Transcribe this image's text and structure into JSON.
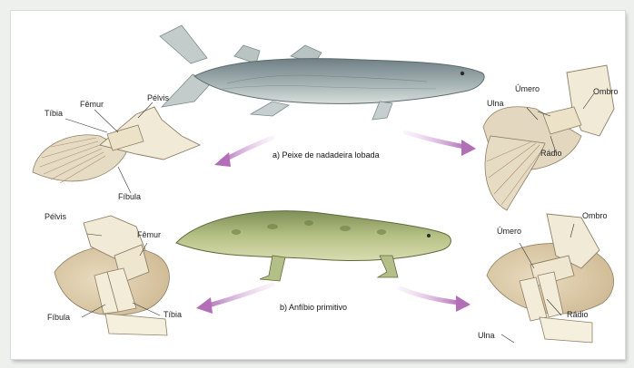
{
  "captions": {
    "a": "a) Peixe de nadadeira lobada",
    "b": "b) Anfíbio primitivo"
  },
  "labels": {
    "fish_hind": {
      "tibia": "Tíbia",
      "femur": "Fêmur",
      "pelvis": "Pélvis",
      "fibula": "Fíbula"
    },
    "fish_fore": {
      "umero": "Úmero",
      "ombro": "Ombro",
      "ulna": "Ulna",
      "radio": "Rádio"
    },
    "amph_hind": {
      "pelvis": "Pélvis",
      "femur": "Fêmur",
      "fibula": "Fíbula",
      "tibia": "Tíbia"
    },
    "amph_fore": {
      "umero": "Úmero",
      "ombro": "Ombro",
      "radio": "Rádio",
      "ulna": "Ulna"
    }
  },
  "colors": {
    "fish_body": "#8e9ea0",
    "amphibian_body": "#a9b77a",
    "arrow": "#b26fb8",
    "bone": "#f1ead6",
    "muscle": "#e8d9b8"
  }
}
